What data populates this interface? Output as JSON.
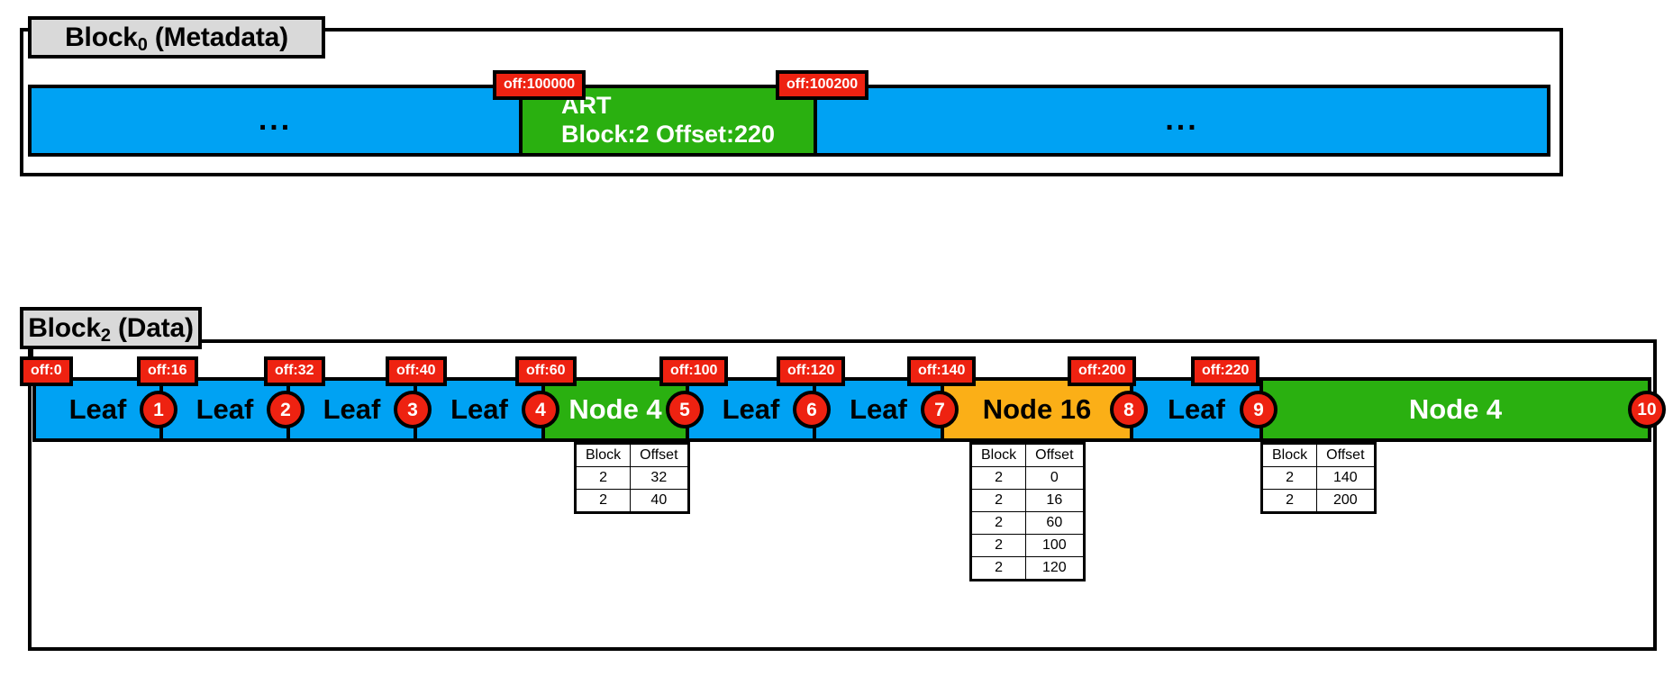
{
  "diagram": {
    "title": "ART index block layout",
    "colors": {
      "blue": "#00a2f3",
      "green": "#2ab010",
      "orange": "#fbaf17",
      "red": "#ee2211",
      "tab_grey": "#d9d9d9",
      "outline": "#000000"
    }
  },
  "metadata_block": {
    "tab_label_prefix": "Block",
    "tab_label_sub": "0",
    "tab_label_suffix": " (Metadata)",
    "offsets": [
      {
        "name": "off-100000",
        "label": "off:100000"
      },
      {
        "name": "off-100200",
        "label": "off:100200"
      }
    ],
    "segments": [
      {
        "name": "metadata-ellipsis-left",
        "kind": "blue",
        "label": "...",
        "title": "",
        "subtitle": ""
      },
      {
        "name": "art-root-pointer",
        "kind": "green",
        "label": "",
        "title": "ART",
        "subtitle": "Block:2 Offset:220"
      },
      {
        "name": "metadata-ellipsis-right",
        "kind": "blue",
        "label": "...",
        "title": "",
        "subtitle": ""
      }
    ]
  },
  "data_block": {
    "tab_label_prefix": "Block",
    "tab_label_sub": "2",
    "tab_label_suffix": " (Data)",
    "offsets": [
      {
        "name": "off-0",
        "label": "off:0"
      },
      {
        "name": "off-16",
        "label": "off:16"
      },
      {
        "name": "off-32",
        "label": "off:32"
      },
      {
        "name": "off-40",
        "label": "off:40"
      },
      {
        "name": "off-60",
        "label": "off:60"
      },
      {
        "name": "off-100",
        "label": "off:100"
      },
      {
        "name": "off-120",
        "label": "off:120"
      },
      {
        "name": "off-140",
        "label": "off:140"
      },
      {
        "name": "off-200",
        "label": "off:200"
      },
      {
        "name": "off-220",
        "label": "off:220"
      }
    ],
    "segments": [
      {
        "name": "leaf-1",
        "kind": "blue",
        "label": "Leaf",
        "badge": "1"
      },
      {
        "name": "leaf-2",
        "kind": "blue",
        "label": "Leaf",
        "badge": "2"
      },
      {
        "name": "leaf-3",
        "kind": "blue",
        "label": "Leaf",
        "badge": "3"
      },
      {
        "name": "leaf-4",
        "kind": "blue",
        "label": "Leaf",
        "badge": "4"
      },
      {
        "name": "node4-a",
        "kind": "green",
        "label": "Node 4",
        "badge": "5"
      },
      {
        "name": "leaf-6",
        "kind": "blue",
        "label": "Leaf",
        "badge": "6"
      },
      {
        "name": "leaf-7",
        "kind": "blue",
        "label": "Leaf",
        "badge": "7"
      },
      {
        "name": "node16",
        "kind": "orange",
        "label": "Node 16",
        "badge": "8"
      },
      {
        "name": "leaf-9",
        "kind": "blue",
        "label": "Leaf",
        "badge": "9"
      },
      {
        "name": "node4-b",
        "kind": "green",
        "label": "Node 4",
        "badge": "10"
      }
    ],
    "tables": [
      {
        "name": "node4-a-pointer-table",
        "headers": [
          "Block",
          "Offset"
        ],
        "rows": [
          [
            "2",
            "32"
          ],
          [
            "2",
            "40"
          ]
        ]
      },
      {
        "name": "node16-pointer-table",
        "headers": [
          "Block",
          "Offset"
        ],
        "rows": [
          [
            "2",
            "0"
          ],
          [
            "2",
            "16"
          ],
          [
            "2",
            "60"
          ],
          [
            "2",
            "100"
          ],
          [
            "2",
            "120"
          ]
        ]
      },
      {
        "name": "node4-b-pointer-table",
        "headers": [
          "Block",
          "Offset"
        ],
        "rows": [
          [
            "2",
            "140"
          ],
          [
            "2",
            "200"
          ]
        ]
      }
    ]
  }
}
